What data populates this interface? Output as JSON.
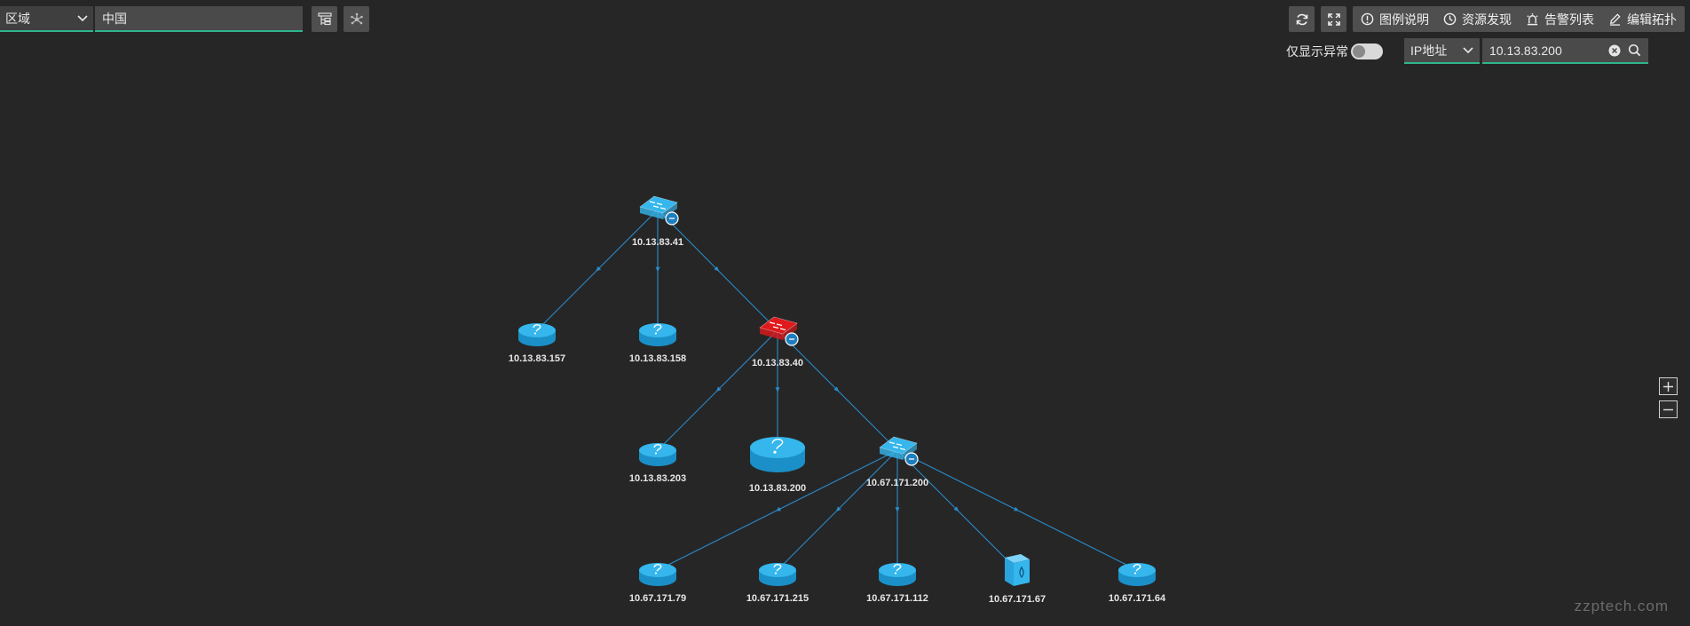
{
  "toolbar": {
    "region_select": "区域",
    "region_value": "中国",
    "buttons": {
      "legend": "图例说明",
      "discovery": "资源发现",
      "alarms": "告警列表",
      "edit": "编辑拓扑"
    }
  },
  "filter": {
    "abnormal_only_label": "仅显示异常",
    "abnormal_only_on": false,
    "search_field": "IP地址",
    "search_value": "10.13.83.200"
  },
  "colors": {
    "background": "#262626",
    "node_blue": "#35b6ec",
    "node_alarm": "#e0191c",
    "link": "#2a8bc9",
    "accent_line": "#2fb58c"
  },
  "topology": {
    "nodes": [
      {
        "id": "n41",
        "label": "10.13.83.41",
        "type": "switch",
        "status": "normal",
        "collapsible": true
      },
      {
        "id": "n157",
        "label": "10.13.83.157",
        "type": "unknown",
        "status": "normal"
      },
      {
        "id": "n158",
        "label": "10.13.83.158",
        "type": "unknown",
        "status": "normal"
      },
      {
        "id": "n40",
        "label": "10.13.83.40",
        "type": "switch",
        "status": "alarm",
        "collapsible": true
      },
      {
        "id": "n203",
        "label": "10.13.83.203",
        "type": "unknown",
        "status": "normal"
      },
      {
        "id": "n200",
        "label": "10.13.83.200",
        "type": "unknown",
        "status": "normal",
        "highlighted": true
      },
      {
        "id": "n171200",
        "label": "10.67.171.200",
        "type": "switch",
        "status": "normal",
        "collapsible": true
      },
      {
        "id": "n79",
        "label": "10.67.171.79",
        "type": "unknown",
        "status": "normal"
      },
      {
        "id": "n215",
        "label": "10.67.171.215",
        "type": "unknown",
        "status": "normal"
      },
      {
        "id": "n112",
        "label": "10.67.171.112",
        "type": "unknown",
        "status": "normal"
      },
      {
        "id": "n67",
        "label": "10.67.171.67",
        "type": "server",
        "status": "normal"
      },
      {
        "id": "n64",
        "label": "10.67.171.64",
        "type": "unknown",
        "status": "normal"
      }
    ],
    "links": [
      [
        "n41",
        "n157"
      ],
      [
        "n41",
        "n158"
      ],
      [
        "n41",
        "n40"
      ],
      [
        "n40",
        "n203"
      ],
      [
        "n40",
        "n200"
      ],
      [
        "n40",
        "n171200"
      ],
      [
        "n171200",
        "n79"
      ],
      [
        "n171200",
        "n215"
      ],
      [
        "n171200",
        "n112"
      ],
      [
        "n171200",
        "n67"
      ],
      [
        "n171200",
        "n64"
      ]
    ]
  },
  "watermark": "zzptech.com"
}
